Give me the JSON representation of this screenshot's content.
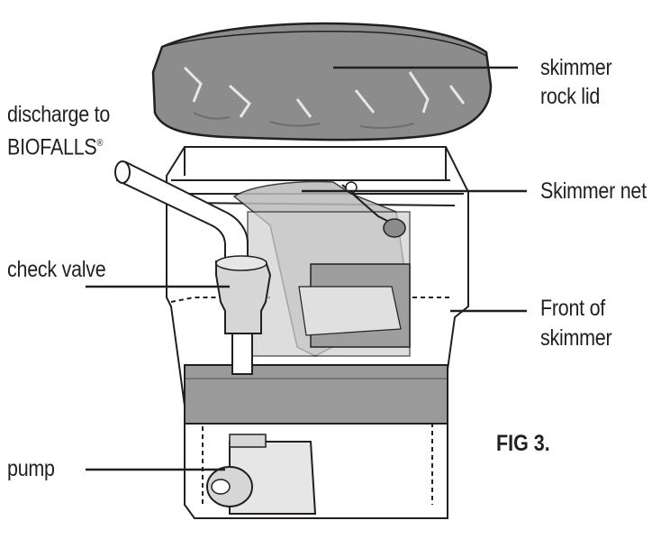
{
  "labels": {
    "lid_line1": "skimmer",
    "lid_line2": "rock lid",
    "discharge_line1": "discharge to",
    "discharge_line2": "BIOFALLS",
    "discharge_mark": "®",
    "check_valve": "check valve",
    "net": "Skimmer net",
    "front_line1": "Front of",
    "front_line2": "skimmer",
    "pump": "pump"
  },
  "figure_label": "FIG 3.",
  "colors": {
    "line": "#231f20",
    "lid_fill": "#8c8c8c",
    "lid_shade": "#6e6e6e",
    "net_fill": "#bcbcbc",
    "gray_light": "#d6d6d6",
    "filter_fill": "#9a9a9a",
    "pipe_fill": "#c8c8c8"
  }
}
